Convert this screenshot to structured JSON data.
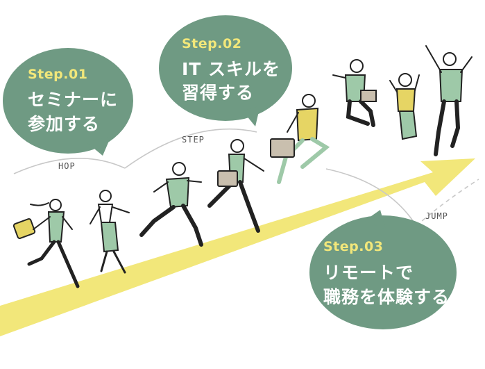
{
  "colors": {
    "bubble": "#6f9a83",
    "arrow": "#f2e77a",
    "step_text": "#f2e77a",
    "outline": "#222222",
    "shirt_green": "#9ec9a8",
    "mustard": "#e6d564"
  },
  "labels": {
    "hop": "HOP",
    "step": "STEP",
    "jump": "JUMP"
  },
  "bubbles": [
    {
      "step": "Step.01",
      "line1": "セミナーに",
      "line2": "参加する"
    },
    {
      "step": "Step.02",
      "line1": "IT スキルを",
      "line2": "習得する"
    },
    {
      "step": "Step.03",
      "line1": "リモートで",
      "line2": "職務を体験する"
    }
  ],
  "figures": [
    "woman-with-handbag",
    "woman-walking",
    "man-with-glasses",
    "woman-with-briefcase",
    "man-yellow-jacket-leaping",
    "man-jumping-with-folder",
    "woman-jumping",
    "man-jumping-arms-up"
  ]
}
